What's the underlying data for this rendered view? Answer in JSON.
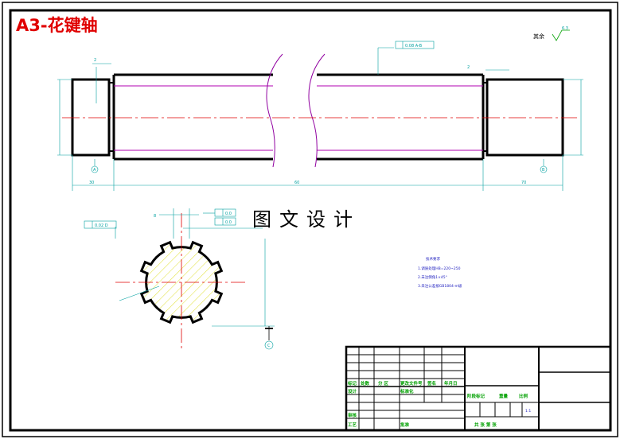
{
  "title": "A3-花键轴",
  "drawing_label": "图文设计",
  "roughness": {
    "label": "其余",
    "value": "6.3"
  },
  "datums": {
    "a": "A",
    "b": "B",
    "c": "C"
  },
  "tolerances": {
    "top_frame": "0.08 A-B",
    "parallel": "0.02 D",
    "sym_top": "0.0",
    "sym_bottom": "0.0"
  },
  "dimensions": {
    "left_shoulder": "2",
    "right_shoulder": "2",
    "left_len": "30",
    "mid_len": "60",
    "right_len": "70",
    "spline_width": "8"
  },
  "notes": [
    "技术要求",
    "1.调质处理HB=220~250",
    "2.未注倒角1×45°",
    "3.未注公差按GB1804-m级"
  ],
  "titleblock": {
    "r1": [
      "标记",
      "处数",
      "分 区",
      "更改文件号",
      "签名",
      "年月日"
    ],
    "r2": [
      "设计",
      "标准化",
      "阶段标记",
      "重量",
      "比例"
    ],
    "r3": [
      "审核"
    ],
    "r4": [
      "工艺",
      "批准"
    ],
    "sheet": "共 张  第 张",
    "scale": "1:1"
  }
}
